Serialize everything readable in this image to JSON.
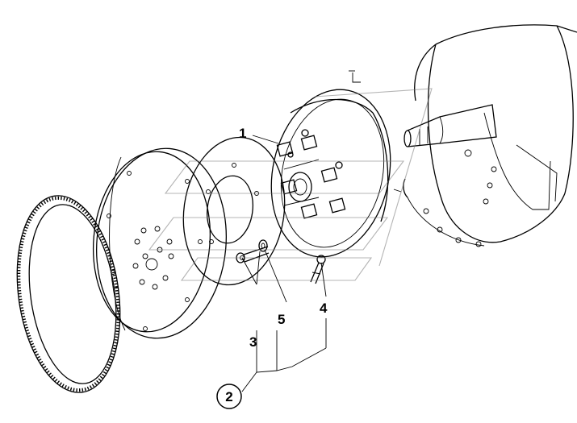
{
  "callouts": {
    "c1": "1",
    "c2": "2",
    "c3": "3",
    "c4": "4",
    "c5": "5"
  },
  "colors": {
    "line": "#000000",
    "background": "#ffffff",
    "watermark": "#777777"
  }
}
